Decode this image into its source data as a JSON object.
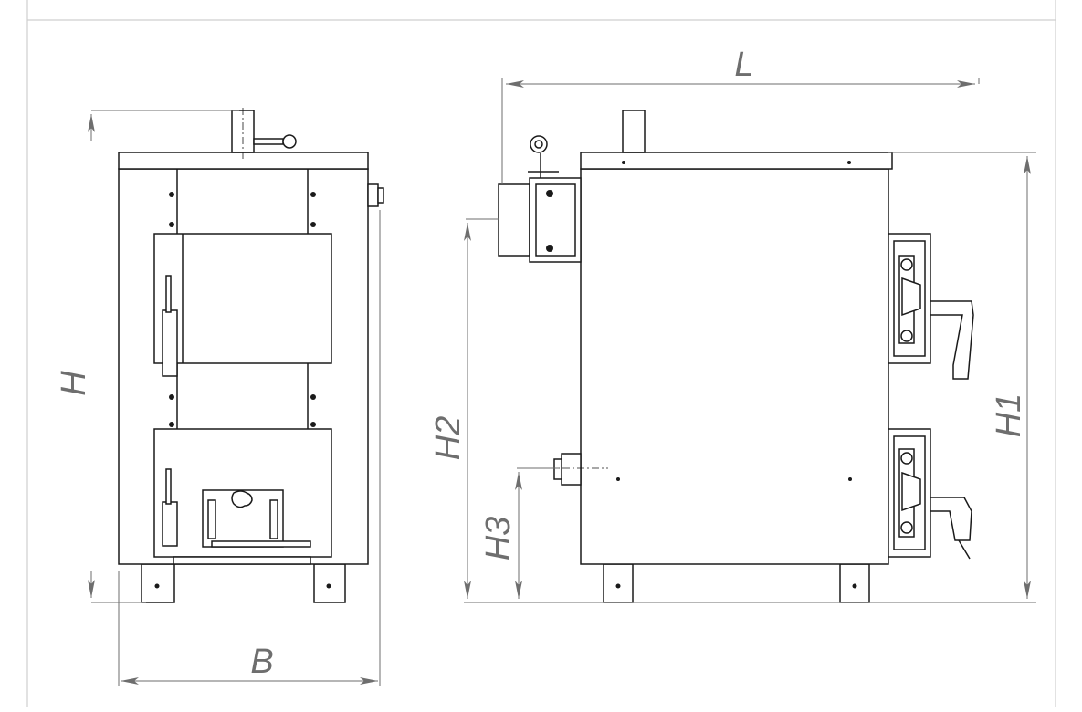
{
  "drawing": {
    "front_view": {
      "dimensions": {
        "height": "H",
        "width": "B"
      }
    },
    "side_view": {
      "dimensions": {
        "length": "L",
        "total_height": "H1",
        "flue_height": "H2",
        "water_connection_height": "H3"
      }
    }
  },
  "colors": {
    "frame": "#cfcfcf",
    "line": "#1a1a1a",
    "dimension": "#6e6e6e",
    "fill": "#ffffff"
  }
}
